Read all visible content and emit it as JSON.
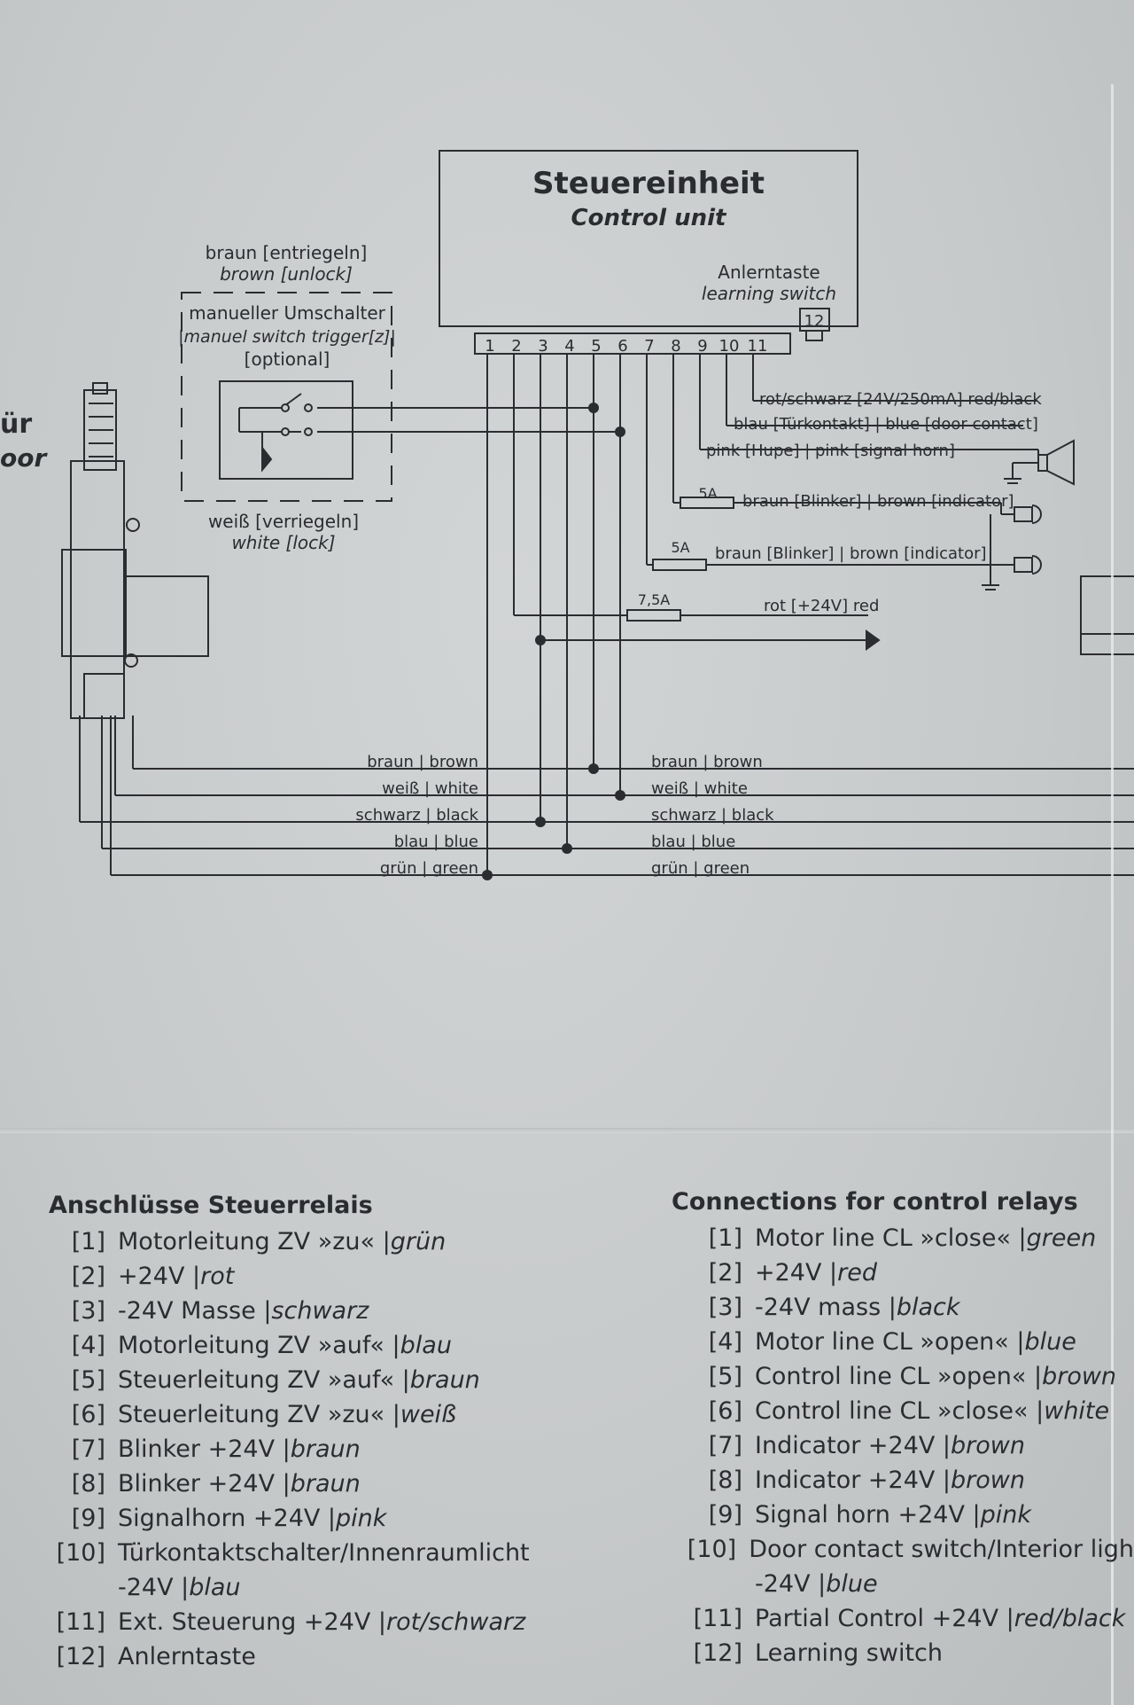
{
  "diagram": {
    "title_de": "Steuereinheit",
    "title_en": "Control unit",
    "learning_de": "Anlerntaste",
    "learning_en": "learning switch",
    "pin12": "12",
    "pins": [
      "1",
      "2",
      "3",
      "4",
      "5",
      "6",
      "7",
      "8",
      "9",
      "10",
      "11"
    ],
    "unlock_de": "braun [entriegeln]",
    "unlock_en": "brown [unlock]",
    "manual_de": "manueller Umschalter",
    "manual_en": "|manuel switch trigger[z]|",
    "manual_opt": "[optional]",
    "lock_de": "weiß [verriegeln]",
    "lock_en": "white [lock]",
    "left_cut_1": "ür",
    "left_cut_2": "oor",
    "out_11": "rot/schwarz [24V/250mA] red/black",
    "out_10": "blau [Türkontakt] | blue [door contact]",
    "out_9": "pink [Hupe] | pink [signal horn]",
    "fuse_8": "5A",
    "out_8": "braun [Blinker] | brown [indicator]",
    "fuse_7": "5A",
    "out_7": "braun [Blinker] | brown [indicator]",
    "fuse_2": "7,5A",
    "out_2": "rot [+24V] red",
    "bus": [
      {
        "left": "braun | brown",
        "right": "braun | brown"
      },
      {
        "left": "weiß | white",
        "right": "weiß | white"
      },
      {
        "left": "schwarz | black",
        "right": "schwarz | black"
      },
      {
        "left": "blau | blue",
        "right": "blau | blue"
      },
      {
        "left": "grün | green",
        "right": "grün | green"
      }
    ]
  },
  "legend_de": {
    "heading": "Anschlüsse Steuerrelais",
    "items": [
      {
        "n": "[1]",
        "a": "Motorleitung ZV »zu« | ",
        "b": "grün"
      },
      {
        "n": "[2]",
        "a": "+24V | ",
        "b": "rot"
      },
      {
        "n": "[3]",
        "a": "-24V Masse | ",
        "b": "schwarz"
      },
      {
        "n": "[4]",
        "a": "Motorleitung ZV »auf« | ",
        "b": "blau"
      },
      {
        "n": "[5]",
        "a": "Steuerleitung ZV »auf« | ",
        "b": "braun"
      },
      {
        "n": "[6]",
        "a": "Steuerleitung ZV »zu« | ",
        "b": "weiß"
      },
      {
        "n": "[7]",
        "a": "Blinker +24V | ",
        "b": "braun"
      },
      {
        "n": "[8]",
        "a": "Blinker +24V | ",
        "b": "braun"
      },
      {
        "n": "[9]",
        "a": "Signalhorn +24V | ",
        "b": "pink"
      },
      {
        "n": "[10]",
        "a": "Türkontaktschalter/Innenraumlicht",
        "b": ""
      },
      {
        "n": "[11]",
        "a": "Ext. Steuerung +24V | ",
        "b": "rot/schwarz"
      },
      {
        "n": "[12]",
        "a": "Anlerntaste",
        "b": ""
      }
    ],
    "item10_cont_a": "-24V | ",
    "item10_cont_b": "blau"
  },
  "legend_en": {
    "heading": "Connections for control relays",
    "items": [
      {
        "n": "[1]",
        "a": "Motor line CL »close« | ",
        "b": "green"
      },
      {
        "n": "[2]",
        "a": "+24V | ",
        "b": "red"
      },
      {
        "n": "[3]",
        "a": "-24V mass | ",
        "b": "black"
      },
      {
        "n": "[4]",
        "a": "Motor line CL »open« | ",
        "b": "blue"
      },
      {
        "n": "[5]",
        "a": "Control line CL »open« | ",
        "b": "brown"
      },
      {
        "n": "[6]",
        "a": "Control line CL »close« | ",
        "b": "white"
      },
      {
        "n": "[7]",
        "a": "Indicator +24V | ",
        "b": "brown"
      },
      {
        "n": "[8]",
        "a": "Indicator +24V | ",
        "b": "brown"
      },
      {
        "n": "[9]",
        "a": "Signal horn +24V | ",
        "b": "pink"
      },
      {
        "n": "[10]",
        "a": "Door contact switch/Interior ligh",
        "b": ""
      },
      {
        "n": "[11]",
        "a": "Partial Control +24V |",
        "b": "red/black"
      },
      {
        "n": "[12]",
        "a": "Learning switch",
        "b": ""
      }
    ],
    "item10_cont_a": "-24V | ",
    "item10_cont_b": "blue"
  }
}
